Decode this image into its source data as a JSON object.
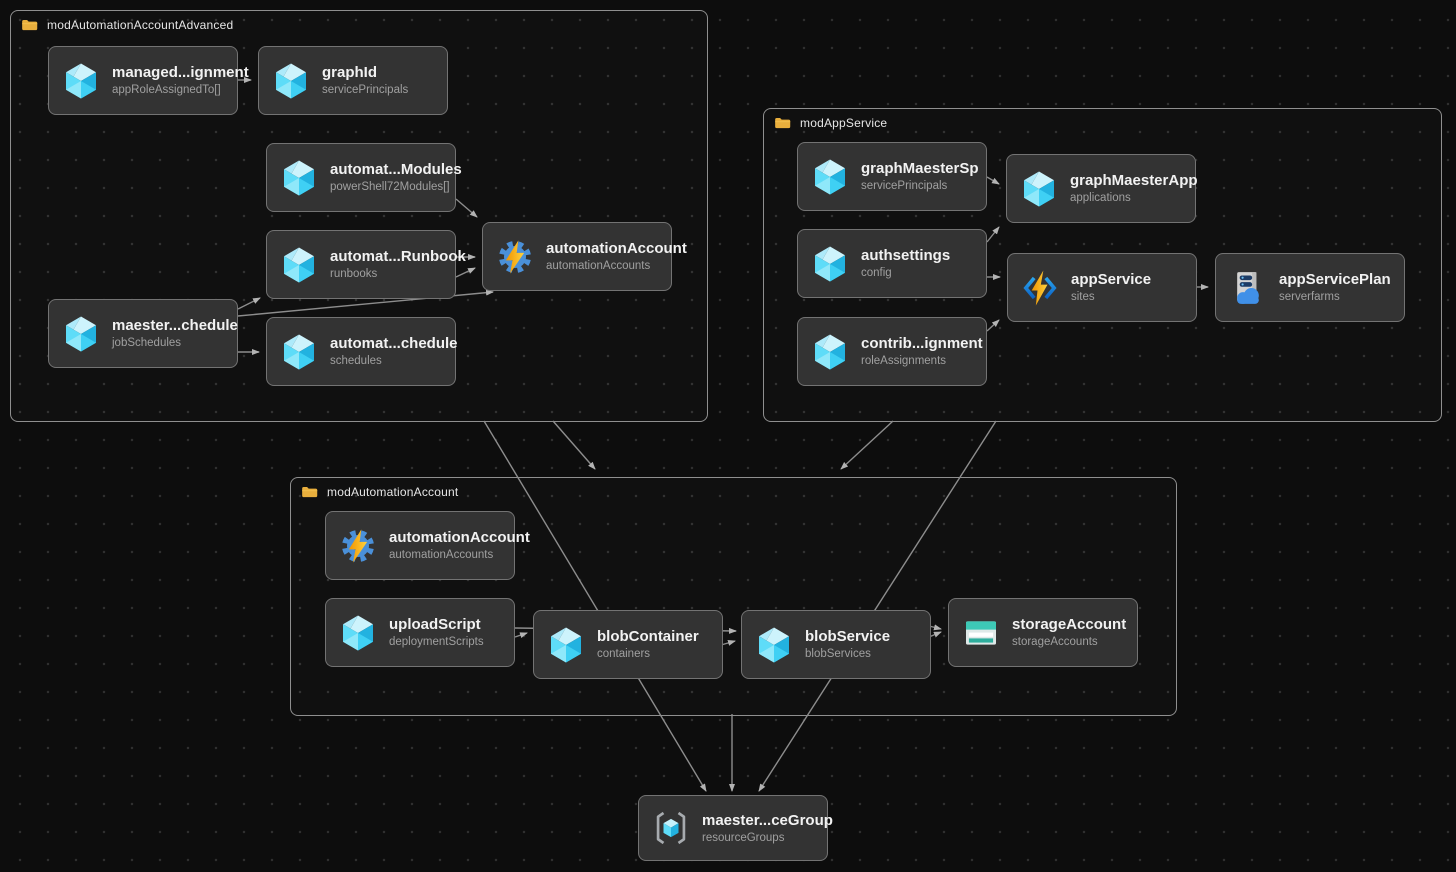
{
  "colors": {
    "background": "#0d0d0d",
    "node_background": "#333333",
    "node_border": "#737373",
    "module_border": "#8f8f8f",
    "edge": "#8d8d8d",
    "folder": "#e9af3d",
    "cube_blue": "#3fd0f4",
    "title_text": "#f2f2f2",
    "subtitle_text": "#a0a0a0"
  },
  "modules": [
    {
      "label": "modAutomationAccountAdvanced",
      "nodes": [
        {
          "title": "managed...ignment",
          "subtitle": "appRoleAssignedTo[]",
          "icon": "cube-icon"
        },
        {
          "title": "graphId",
          "subtitle": "servicePrincipals",
          "icon": "cube-icon"
        },
        {
          "title": "automat...Modules",
          "subtitle": "powerShell72Modules[]",
          "icon": "cube-icon"
        },
        {
          "title": "automat...Runbook",
          "subtitle": "runbooks",
          "icon": "cube-icon"
        },
        {
          "title": "automationAccount",
          "subtitle": "automationAccounts",
          "icon": "automation-account-icon"
        },
        {
          "title": "maester...chedule",
          "subtitle": "jobSchedules",
          "icon": "cube-icon"
        },
        {
          "title": "automat...chedule",
          "subtitle": "schedules",
          "icon": "cube-icon"
        }
      ]
    },
    {
      "label": "modAppService",
      "nodes": [
        {
          "title": "graphMaesterSp",
          "subtitle": "servicePrincipals",
          "icon": "cube-icon"
        },
        {
          "title": "graphMaesterApp",
          "subtitle": "applications",
          "icon": "cube-icon"
        },
        {
          "title": "authsettings",
          "subtitle": "config",
          "icon": "cube-icon"
        },
        {
          "title": "appService",
          "subtitle": "sites",
          "icon": "app-service-icon"
        },
        {
          "title": "appServicePlan",
          "subtitle": "serverfarms",
          "icon": "app-service-plan-icon"
        },
        {
          "title": "contrib...ignment",
          "subtitle": "roleAssignments",
          "icon": "cube-icon"
        }
      ]
    },
    {
      "label": "modAutomationAccount",
      "nodes": [
        {
          "title": "automationAccount",
          "subtitle": "automationAccounts",
          "icon": "automation-account-icon"
        },
        {
          "title": "uploadScript",
          "subtitle": "deploymentScripts",
          "icon": "cube-icon"
        },
        {
          "title": "blobContainer",
          "subtitle": "containers",
          "icon": "cube-icon"
        },
        {
          "title": "blobService",
          "subtitle": "blobServices",
          "icon": "cube-icon"
        },
        {
          "title": "storageAccount",
          "subtitle": "storageAccounts",
          "icon": "storage-account-icon"
        }
      ]
    }
  ],
  "resource_group": {
    "title": "maester...ceGroup",
    "subtitle": "resourceGroups",
    "icon": "resource-group-icon"
  }
}
